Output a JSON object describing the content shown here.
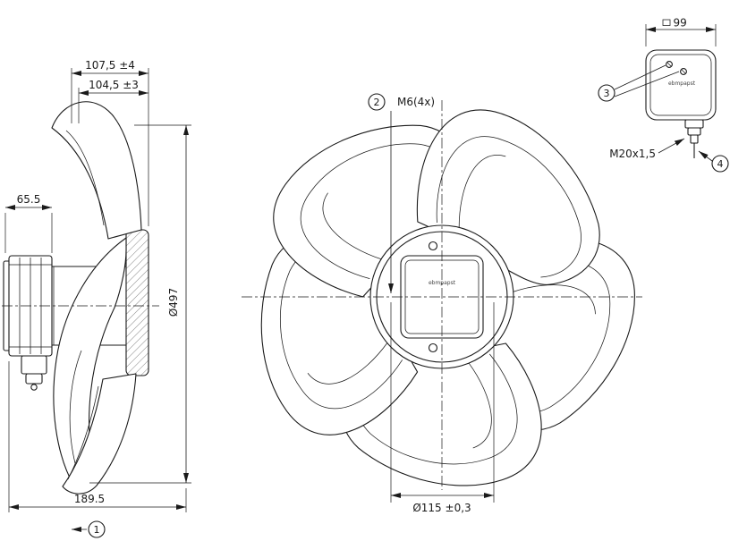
{
  "page": {
    "background": "#ffffff",
    "ink": "#1a1a1a"
  },
  "drawing": {
    "side": {
      "depth_total": "107,5 ±4",
      "depth_flange": "104,5 ±3",
      "motor_length": "65.5",
      "fan_diameter": "Ø497",
      "overall_length": "189.5",
      "callout_motor": "1"
    },
    "front": {
      "callout_guard": "2",
      "mount_holes": "M6(4x)",
      "pitch_circle": "Ø115 ±0,3",
      "hub_brand": "ebmpapst"
    },
    "terminal_box": {
      "width": "99",
      "width_symbol": "□",
      "callout_screws": "3",
      "cable_gland": "M20x1,5",
      "callout_gland": "4",
      "brand": "ebmpapst"
    }
  }
}
